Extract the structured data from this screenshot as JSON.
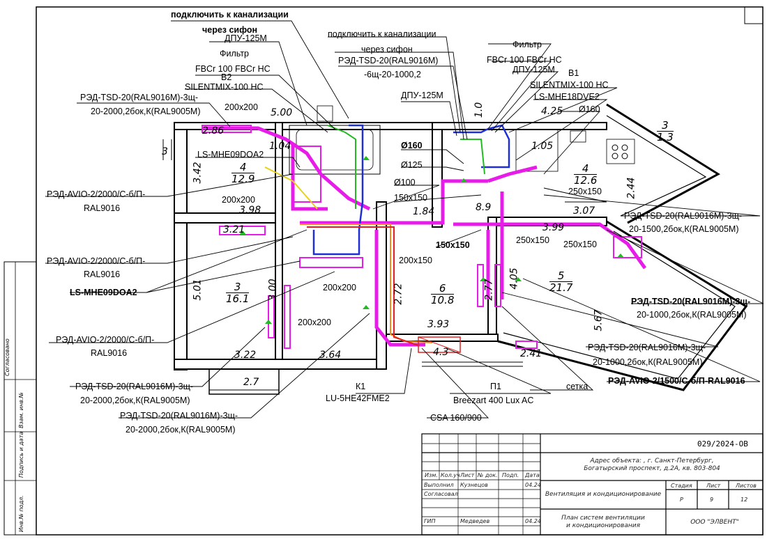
{
  "callouts": {
    "top_sewer_1": "подключить к канализации",
    "top_sewer_1b": "через сифон",
    "dpu_left": "ДПУ-125М",
    "filter_left": "Фильтр",
    "fbcr_left": "FBCr 100 FBCr HC",
    "b2": "В2",
    "silent_left": "SILENTMIX-100 HC",
    "red_tsd_1": "РЭД-TSD-20(RAL9016M)-3щ-",
    "red_tsd_1b": "20-2000,2бок,К(RAL9005M)",
    "ls_mhe09_top": "LS-MHE09DOA2",
    "avio_1": "РЭД-AVIO-2/2000/С-б/П-",
    "avio_1b": "RAL9016",
    "avio_2": "РЭД-AVIO-2/2000/С-б/П-",
    "avio_2b": "RAL9016",
    "ls_mhe09_bottom": "LS-MHE09DOA2",
    "avio_3": "РЭД-AVIO-2/2000/С-б/П-",
    "avio_3b": "RAL9016",
    "red_tsd_2": "РЭД-TSD-20(RAL9016M)-3щ-",
    "red_tsd_2b": "20-2000,2бок,К(RAL9005M)",
    "red_tsd_3": "РЭД-TSD-20(RAL9016M)-3щ-",
    "red_tsd_3b": "20-2000,2бок,К(RAL9005M)",
    "sewer_mid_1": "подключить к канализации",
    "sewer_mid_1b": "через сифон",
    "red_tsd_mid": "РЭД-TSD-20(RAL9016M)",
    "red_tsd_midb": "-6щ-20-1000,2",
    "dpu_mid": "ДПУ-125М",
    "d160": "Ø160",
    "d125": "Ø125",
    "d100": "Ø100",
    "s150x150_a": "150х150",
    "s150x150_b": "150х150",
    "filter_right": "Фильтр",
    "fbcr_right": "FBCr 100 FBCr HC",
    "dpu_right": "ДПУ-125М",
    "b1": "В1",
    "silent_right": "SILENTMIX-100 HC",
    "ls_mhe18": "LS-MHE18DVE2",
    "d160_right": "Ø160",
    "s250x150_a": "250х150",
    "s250x150_b": "250х150",
    "s250x150_c": "250х150",
    "red_tsd_r1": "РЭД-TSD-20(RAL9016M)-3щ-",
    "red_tsd_r1b": "20-1500,2бок,К(RAL9005M)",
    "red_tsd_r2": "РЭД-TSD-20(RAL9016M)-3щ-",
    "red_tsd_r2b": "20-1000,2бок,К(RAL9005M)",
    "red_tsd_r3": "РЭД-TSD-20(RAL9016M)-3щ-",
    "red_tsd_r3b": "20-1000,2бок,К(RAL9005M)",
    "setka": "сетка",
    "avio_r": "РЭД-AVIO-2/1500/С-б/П-RAL9016",
    "k1": "К1",
    "lu": "LU-5HE42FME2",
    "p1": "П1",
    "breezart": "Breezart 400 Lux AC",
    "csa": "CSA 160/900",
    "s200x200_a": "200х200",
    "s200x200_b": "200х200",
    "s200x200_c": "200х200",
    "s200x200_d": "200х200",
    "s200x150": "200х150"
  },
  "rooms": [
    {
      "num": "4",
      "area": "12.9"
    },
    {
      "num": "3",
      "area": "16.1"
    },
    {
      "num": "6",
      "area": "10.8"
    },
    {
      "num": "4",
      "area": "12.6"
    },
    {
      "num": "5",
      "area": "21.7"
    },
    {
      "num": "3",
      "area": "1.3"
    }
  ],
  "dims": {
    "d500": "5.00",
    "d398": "3.98",
    "d342": "3.42",
    "d501": "5.01",
    "d322": "3.22",
    "d27": "2.7",
    "d364": "3.64",
    "d393": "3.93",
    "d43": "4.3",
    "d184": "1.84",
    "d89": "8.9",
    "d425": "4.25",
    "d105": "1.05",
    "d307": "3.07",
    "d399": "3.99",
    "d244": "2.44",
    "d567": "5.67",
    "d241": "2.41",
    "d272": "2.72",
    "d277": "2.77",
    "d286": "2.86",
    "d321": "3.21",
    "d300": "3.00",
    "d405": "4.05",
    "d104": "1.04",
    "d10": "1.0",
    "d3": "3"
  },
  "stamp": {
    "code": "029/2024-ОВ",
    "address": "Адрес объекта: , г. Санкт-Петербург,",
    "address2": "Богатырский проспект, д.2А, кв. 803-804",
    "h_izm": "Изм.",
    "h_kol": "Кол.уч",
    "h_list": "Лист",
    "h_doc": "№ док.",
    "h_podp": "Подп.",
    "h_date": "Дата",
    "r1_role": "Выполнил",
    "r1_name": "Кузнецов",
    "r1_date": "04.24",
    "r2_role": "Согласовал",
    "r3_role": "ГИП",
    "r3_name": "Медведев",
    "r3_date": "04.24",
    "title1": "Вентиляция и кондиционирование",
    "title2": "План систем вентиляции",
    "title2b": "и кондиционирования",
    "stage_h": "Стадия",
    "list_h": "Лист",
    "lists_h": "Листов",
    "stage": "Р",
    "list": "9",
    "lists": "12",
    "org": "ООО \"ЭЛВЕНТ\""
  },
  "side": {
    "agreed": "Согласовано",
    "vzam": "Взам. инв.№",
    "podp": "Подпись и дата",
    "inv": "Инв.№ подл."
  },
  "colors": {
    "duct": "#e81ce8",
    "blue_pipe": "#1f2fd6",
    "orange": "#f08a1a",
    "red": "#e02020",
    "green": "#22bb22",
    "yellow": "#e6d21a"
  }
}
